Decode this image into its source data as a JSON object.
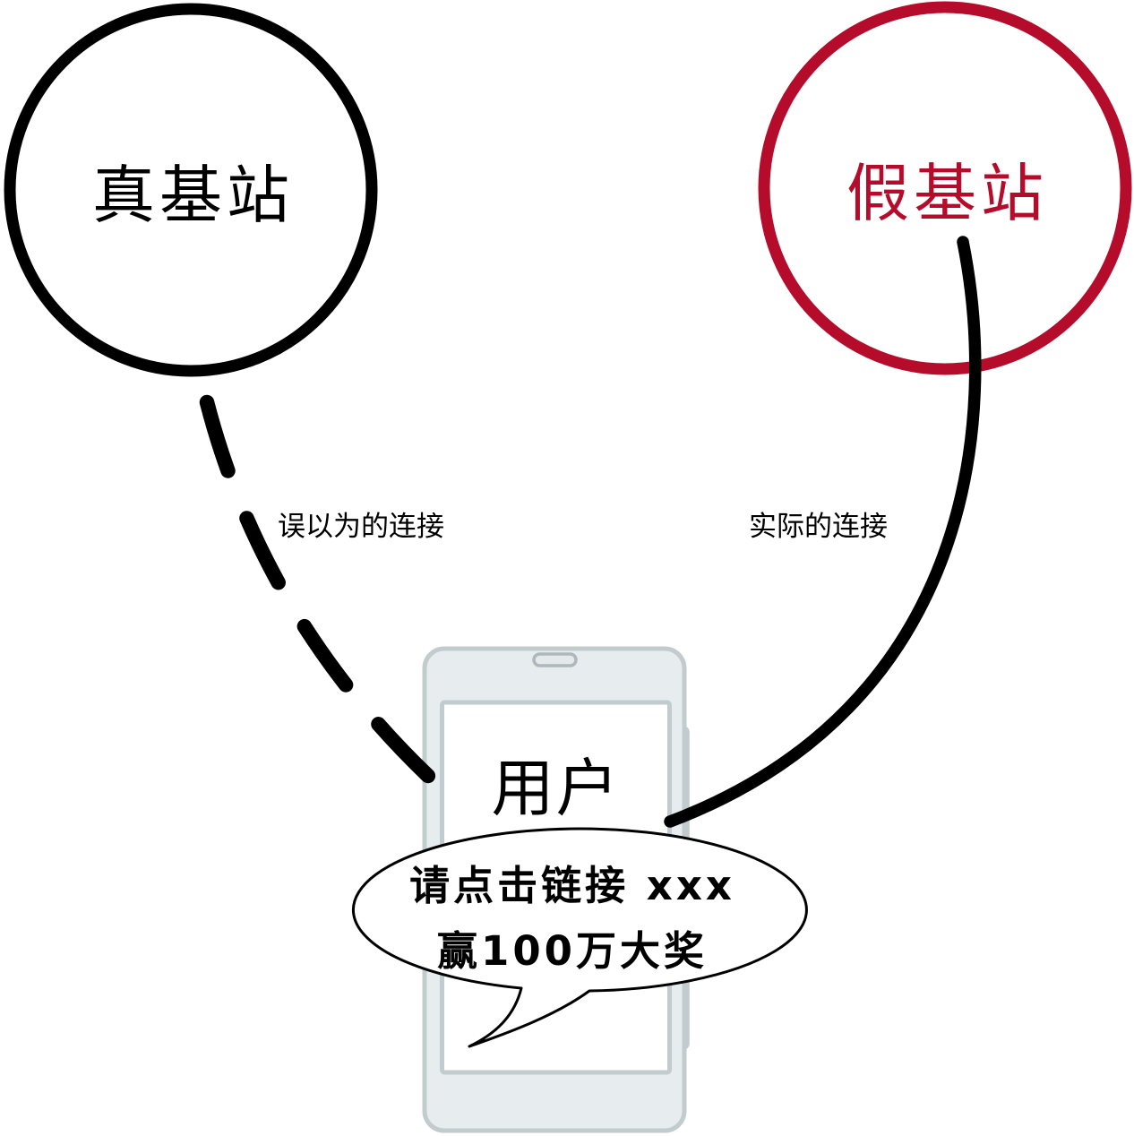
{
  "stations": {
    "real": {
      "label": "真基站",
      "ring_color": "#000000",
      "text_color": "#000000"
    },
    "fake": {
      "label": "假基站",
      "ring_color": "#B60C2B",
      "text_color": "#B60C2B"
    }
  },
  "connections": {
    "assumed": {
      "label": "误以为的连接",
      "style": "dashed",
      "color": "#000000"
    },
    "actual": {
      "label": "实际的连接",
      "style": "solid",
      "color": "#000000"
    }
  },
  "phone": {
    "user_label": "用户",
    "body_color": "#E7EDEE",
    "border_color": "#C2CBCE",
    "screen_color": "#FFFFFF",
    "speaker_border_color": "#AEB8BC"
  },
  "speech_bubble": {
    "line1": "请点击链接 xxx",
    "line2": "赢100万大奖",
    "fill": "#FFFFFF",
    "outline": "#000000"
  }
}
